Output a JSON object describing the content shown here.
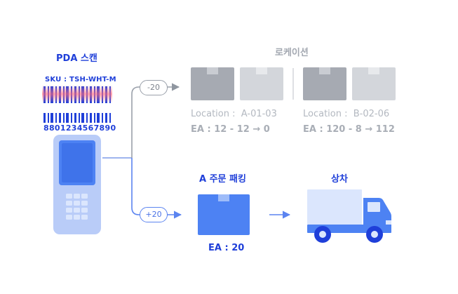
{
  "scan": {
    "title": "PDA 스캔",
    "sku": "SKU : TSH-WHT-M",
    "barcode_number": "8801234567890"
  },
  "location_section": {
    "title": "로케이션",
    "locations": [
      {
        "label": "Location :",
        "code": "A-01-03",
        "ea": "EA : 12 - 12 → 0"
      },
      {
        "label": "Location :",
        "code": "B-02-06",
        "ea": "EA : 120 - 8 → 112"
      }
    ]
  },
  "flows": {
    "minus_label": "-20",
    "plus_label": "+20"
  },
  "packing": {
    "title": "A 주문 패킹",
    "ea": "EA : 20"
  },
  "shipping": {
    "title": "상차"
  },
  "colors": {
    "accent": "#1f3fd9",
    "line_blue": "#5b84f0",
    "line_gray": "#9aa0aa",
    "box_blue": "#4d82f3",
    "truck_light": "#dbe6fd"
  }
}
